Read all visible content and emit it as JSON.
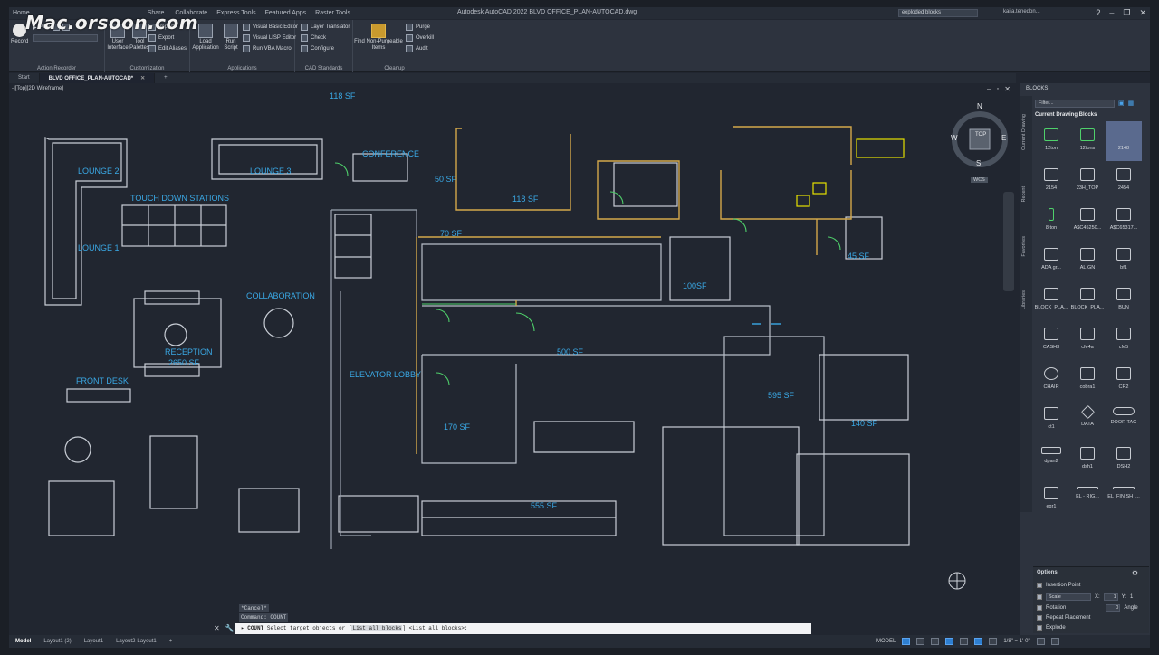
{
  "watermark": "Mac.orsoon.com",
  "titlebar": {
    "tabs": [
      "Home",
      "Share",
      "Collaborate",
      "Express Tools",
      "Featured Apps",
      "Raster Tools"
    ],
    "title": "Autodesk AutoCAD 2022   BLVD OFFICE_PLAN-AUTOCAD.dwg",
    "search_value": "exploded blocks",
    "user": "kaila.tenedon..."
  },
  "ribbon": {
    "action_recorder": {
      "title": "Action Recorder",
      "record": "Record",
      "play": "Play"
    },
    "customization": {
      "title": "Customization",
      "user_interface": "User Interface",
      "tool_palettes": "Tool Palettes",
      "import": "Import",
      "export": "Export",
      "edit_aliases": "Edit Aliases"
    },
    "applications": {
      "title": "Applications",
      "load_application": "Load Application",
      "run_script": "Run Script",
      "vba_editor": "Visual Basic Editor",
      "lisp_editor": "Visual LISP Editor",
      "run_vba_macro": "Run VBA Macro"
    },
    "cad_standards": {
      "title": "CAD Standards",
      "layer_translator": "Layer Translator",
      "check": "Check",
      "configure": "Configure"
    },
    "cleanup": {
      "title": "Cleanup",
      "find_nonpurgeable": "Find Non-Purgeable Items",
      "purge": "Purge",
      "overkill": "Overkill",
      "audit": "Audit"
    }
  },
  "doc_tabs": [
    "Start",
    "BLVD OFFICE_PLAN-AUTOCAD*"
  ],
  "viewport": {
    "label": "-][Top][2D Wireframe]",
    "viewcube": {
      "top": "TOP",
      "n": "N",
      "s": "S",
      "e": "E",
      "w": "W",
      "wcs": "WCS"
    }
  },
  "rooms": [
    "118 SF",
    "LOUNGE 2",
    "LOUNGE 3",
    "CONFERENCE",
    "50 SF",
    "118 SF",
    "TOUCH DOWN STATIONS",
    "LOUNGE 1",
    "70 SF",
    "45 SF",
    "100SF",
    "COLLABORATION",
    "RECEPTION",
    "2650 SF",
    "500 SF",
    "ELEVATOR LOBBY",
    "FRONT DESK",
    "595 SF",
    "170 SF",
    "140 SF",
    "555 SF"
  ],
  "command": {
    "history": [
      "*Cancel*",
      "Command: COUNT"
    ],
    "prompt": "COUNT",
    "text": "Select target objects or [",
    "option": "List all blocks",
    "tail": "] <List all blocks>:"
  },
  "status": {
    "tabs": [
      "Model",
      "Layout1 (2)",
      "Layout1",
      "Layout2-Layout1"
    ],
    "model": "MODEL",
    "scale": "1/8\" = 1'-0\""
  },
  "palette": {
    "title": "BLOCKS",
    "vtabs": [
      "Current Drawing",
      "Recent",
      "Favorites",
      "Libraries"
    ],
    "filter": "Filter...",
    "section": "Current Drawing Blocks",
    "blocks": [
      "12ton",
      "12tons",
      "2148",
      "2154",
      "23H_TOP",
      "2454",
      "8 ton",
      "A$C45250...",
      "A$C65317...",
      "ADA gr...",
      "ALIGN",
      "bf1",
      "BLOCK_PLA...",
      "BLOCK_PLA...",
      "BUN",
      "CASH3",
      "cfe4a",
      "cfe5",
      "CHAIR",
      "cobra1",
      "CR2",
      "ct1",
      "DATA",
      "DOOR TAG",
      "dpan2",
      "dsh1",
      "DSH2",
      "egr1",
      "EL - RIG...",
      "EL_FINISH_..."
    ],
    "options": {
      "title": "Options",
      "insertion_point": "Insertion Point",
      "scale": "Scale",
      "x_label": "X:",
      "x_value": "1",
      "y_label": "Y:",
      "y_value": "1",
      "rotation": "Rotation",
      "rotation_value": "0",
      "angle": "Angle",
      "repeat": "Repeat Placement",
      "explode": "Explode"
    }
  }
}
